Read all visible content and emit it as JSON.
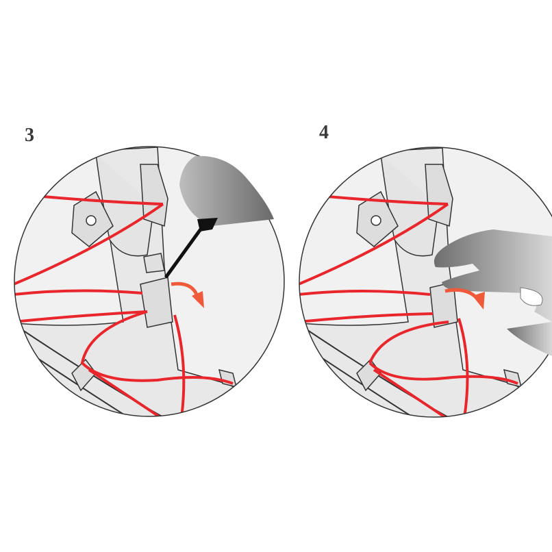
{
  "steps": [
    {
      "number": "3",
      "description_icon": "screwdriver-prying-buckle"
    },
    {
      "number": "4",
      "description_icon": "hand-removing-buckle"
    }
  ],
  "colors": {
    "lace": "#e8262b",
    "arrow": "#ee5a3a",
    "outline": "#333333",
    "hand": "#9a9a9a"
  }
}
